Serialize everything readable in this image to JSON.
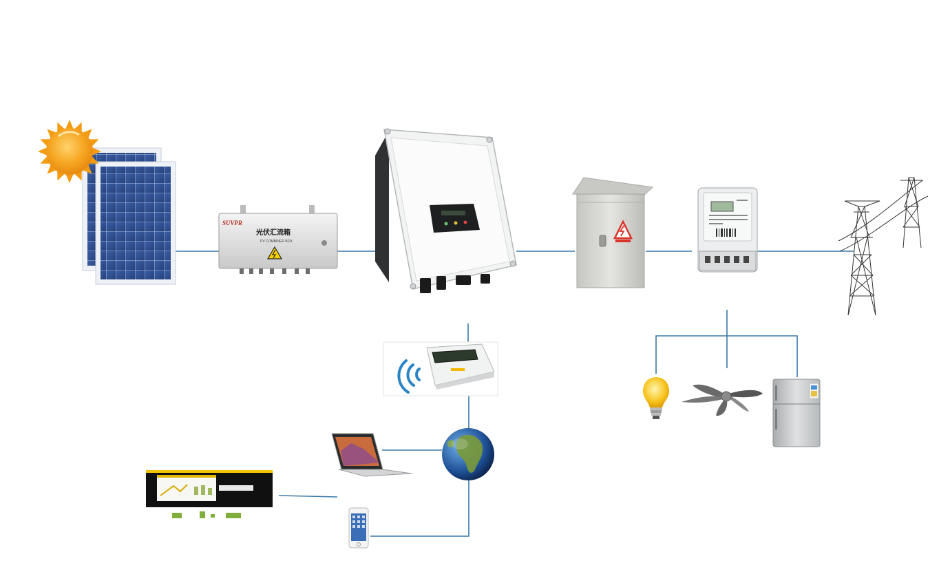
{
  "combiner_box": {
    "brand": "SUVPR",
    "title": "光伏汇流箱",
    "subtitle": "PV COMBINER BOX"
  },
  "colors": {
    "connector_line": "#3a78a8",
    "sun_core": "#f6a623",
    "sun_ray": "#f39c12",
    "panel_cell": "#2f4f8f",
    "inverter_body": "#f2f3f3",
    "cabinet_body": "#d9d9d6",
    "warning_red": "#d9342b",
    "warning_yellow": "#f5d000"
  },
  "icons": [
    "sun-icon",
    "solar-panel-icon",
    "combiner-box-icon",
    "inverter-icon",
    "distribution-cabinet-icon",
    "energy-meter-icon",
    "transmission-tower-icon",
    "data-logger-icon",
    "wifi-signal-icon",
    "globe-icon",
    "laptop-icon",
    "smartphone-icon",
    "web-portal-screenshot",
    "light-bulb-icon",
    "ceiling-fan-icon",
    "refrigerator-icon"
  ]
}
